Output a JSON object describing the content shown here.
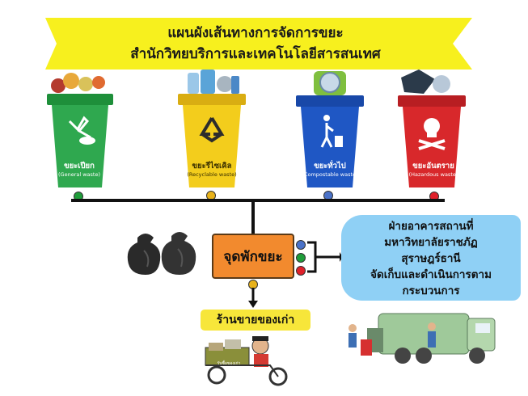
{
  "title": {
    "line1": "แผนผังเส้นทางการจัดการขยะ",
    "line2": "สำนักวิทยบริการและเทคโนโลยีสารสนเทศ"
  },
  "bins": [
    {
      "label_th": "ขยะเปียก",
      "label_en": "(General waste)",
      "color": "#2fa84f",
      "dot_color": "#1f9d3a"
    },
    {
      "label_th": "ขยะรีไซเคิล",
      "label_en": "(Recyclable waste)",
      "color": "#f3cd1c",
      "dot_color": "#e8b21a"
    },
    {
      "label_th": "ขยะทั่วไป",
      "label_en": "(Compostable waste)",
      "color": "#1f57c4",
      "dot_color": "#4a72c8"
    },
    {
      "label_th": "ขยะอันตราย",
      "label_en": "(Hazardous waste)",
      "color": "#d8282b",
      "dot_color": "#e0202a"
    }
  ],
  "center_box": {
    "label": "จุดพักขยะ",
    "color": "#f28a2e"
  },
  "right_box": {
    "lines": [
      "ฝ่ายอาคารสถานที่",
      "มหาวิทยาลัยราชภัฏ",
      "สุราษฎร์ธานี",
      "จัดเก็บและดำเนินการตาม",
      "กระบวนการ"
    ],
    "color": "#8fd0f5"
  },
  "shop_box": {
    "label": "ร้านขายของเก่า",
    "color": "#f7e63a"
  },
  "cart_sign": "รับซื้อของเก่า",
  "banner_color": "#f7f01e"
}
